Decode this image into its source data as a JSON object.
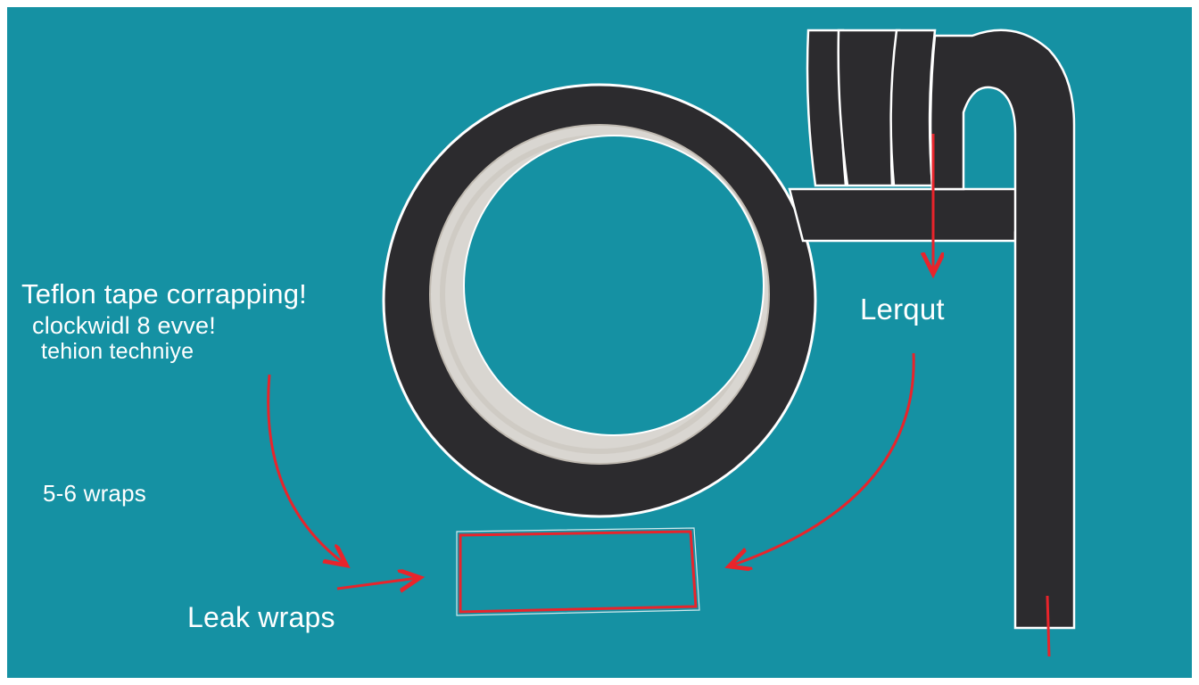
{
  "colors": {
    "background": "#1591a3",
    "border_frame": "#ffffff",
    "tape_outer": "#2c2b2e",
    "tape_inner": "#d8d6d2",
    "pipe": "#2c2b2e",
    "arrow": "#e8242b",
    "label_text": "#ffffff"
  },
  "labels": {
    "title_line1": "Teflon tape corrapping!",
    "title_line2": "clockwidl 8 evve!",
    "title_line3": "tehion techniye",
    "wraps": "5-6 wraps",
    "leak": "Leak wraps",
    "lerqut": "Lerqut"
  }
}
